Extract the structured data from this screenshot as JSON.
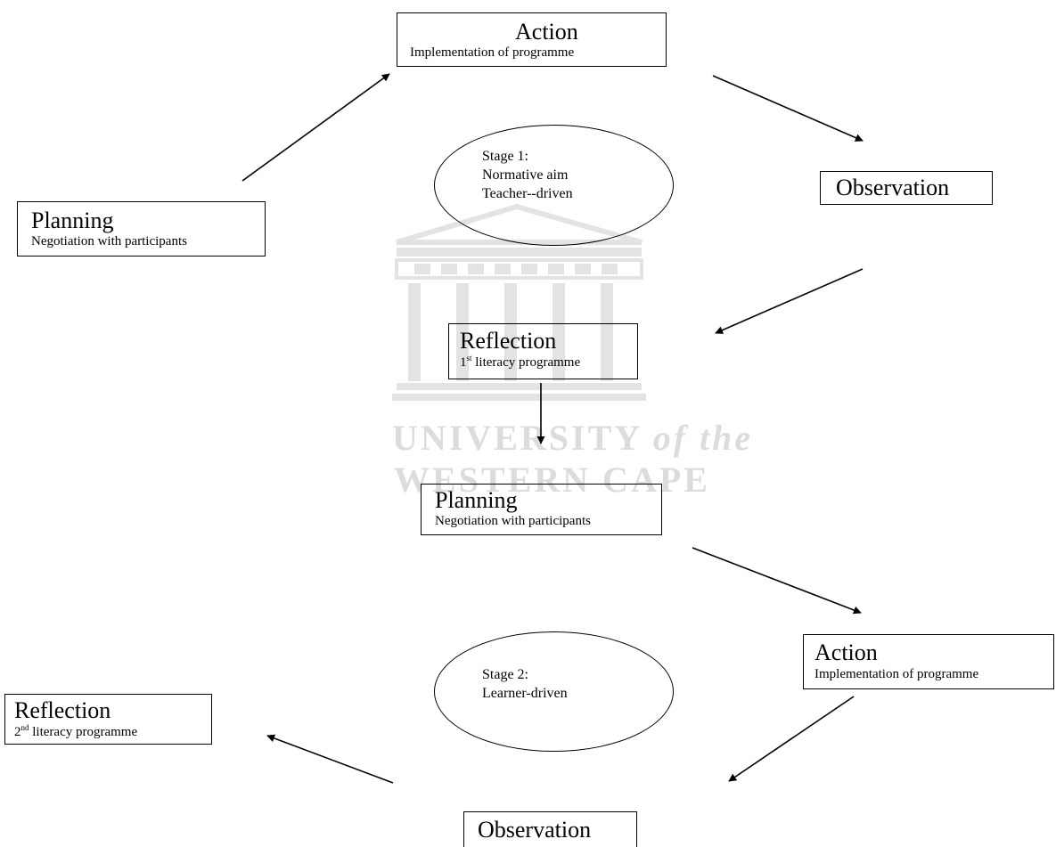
{
  "watermark": {
    "line1_main": "UNIVERSITY",
    "line1_italic": "of the",
    "line2": "WESTERN CAPE"
  },
  "stage1": {
    "action": {
      "title": "Action",
      "subtitle": "Implementation of programme"
    },
    "observation": {
      "title": "Observation"
    },
    "reflection": {
      "title": "Reflection",
      "ordinal": "1",
      "ordinal_sup": "st",
      "subtitle_rest": " literacy programme"
    },
    "planning": {
      "title": "Planning",
      "subtitle": "Negotiation with participants"
    },
    "ellipse": {
      "line1": "Stage 1:",
      "line2": "Normative aim",
      "line3": "Teacher--driven"
    }
  },
  "stage2": {
    "planning": {
      "title": "Planning",
      "subtitle": "Negotiation with participants"
    },
    "action": {
      "title": "Action",
      "subtitle": "Implementation of programme"
    },
    "observation": {
      "title": "Observation"
    },
    "reflection": {
      "title": "Reflection",
      "ordinal": "2",
      "ordinal_sup": "nd",
      "subtitle_rest": " literacy programme"
    },
    "ellipse": {
      "line1": "Stage 2:",
      "line2": "Learner-driven"
    }
  }
}
